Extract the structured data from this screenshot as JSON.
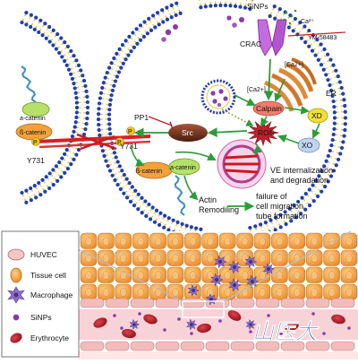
{
  "labels": {
    "sinps_top": "SiNPs",
    "ca": "Ca²⁺",
    "ym": "YM-58483",
    "crac": "CRAC",
    "ca2_left": "[Ca2+]",
    "ca2_right": "[Ca2+]",
    "er": "ER",
    "calpain": "Calpain",
    "xd": "XD",
    "xo": "XO",
    "ros": "ROS",
    "pp1": "PP1",
    "src": "Src",
    "p1": "P",
    "p2": "P",
    "y731_left": "Y731",
    "y731_right": "Y731",
    "a_catenin_left": "a-catenin",
    "b_catenin_left": "ß-catenin",
    "b_catenin_right": "ß-catenin",
    "a_catenin_right": "a-catenin",
    "ve_line1": "VE internalization",
    "ve_line2": "and degradation",
    "actin_line1": "Actin",
    "actin_line2": "Remodiling",
    "failure_line1": "failure of",
    "failure_line2": "cell migration",
    "failure_line3": "tube formation"
  },
  "legend": {
    "huvec": "HUVEC",
    "tissue_cell": "Tissue cell",
    "macrophage": "Macrophage",
    "sinps": "SiNPs",
    "erythrocyte": "Erythrocyte"
  },
  "watermark": "山医大",
  "colors": {
    "membrane_head": "#1f3fb0",
    "membrane_tail": "#e6c640",
    "arrow_green": "#2e9a3a",
    "calpain": "#f07b6e",
    "ros": "#c01f2b",
    "src": "#6b2e1a",
    "tissue_cell": "#f3a03f",
    "huvec": "#f2b8b8",
    "erythrocyte": "#b21f28",
    "macrophage": "#7d63b8",
    "vessel": "#f5cdd2"
  }
}
